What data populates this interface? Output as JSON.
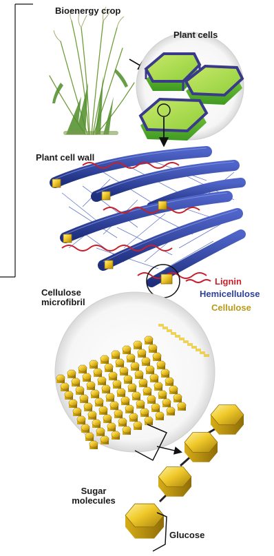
{
  "labels": {
    "bioenergy_crop": "Bioenergy crop",
    "plant_cells": "Plant cells",
    "plant_cell_wall": "Plant cell wall",
    "cellulose_microfibril_1": "Cellulose",
    "cellulose_microfibril_2": "microfibril",
    "lignin": "Lignin",
    "hemicellulose": "Hemicellulose",
    "cellulose": "Cellulose",
    "sugar_molecules_1": "Sugar",
    "sugar_molecules_2": "molecules",
    "glucose": "Glucose"
  },
  "colors": {
    "lignin": "#c8202a",
    "hemicellulose": "#2b3f9a",
    "cellulose": "#e8c21a",
    "cell_green": "#6cc234",
    "cell_border": "#3a3a8a"
  }
}
